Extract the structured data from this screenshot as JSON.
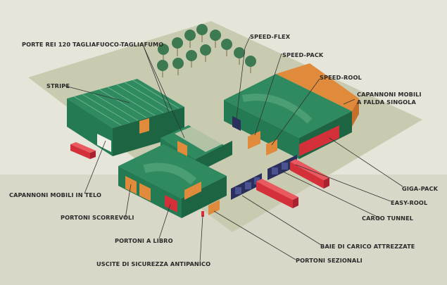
{
  "labels": {
    "porte_rei": "PORTE REI 120 TAGLIAFUOCO-TAGLIAFUMO",
    "speed_flex": "SPEED-FLEX",
    "speed_pack": "SPEED-PACK",
    "speed_rool": "SPEED-ROOL",
    "stripe": "STRIPE",
    "capannoni_falda_1": "CAPANNONI MOBILI",
    "capannoni_falda_2": "A FALDA SINGOLA",
    "capannoni_telo": "CAPANNONI MOBILI IN TELO",
    "giga_pack": "GIGA-PACK",
    "easy_rool": "EASY-ROOL",
    "portoni_scorrevoli": "PORTONI SCORREVOLI",
    "cargo_tunnel": "CARGO TUNNEL",
    "portoni_libro": "PORTONI A LIBRO",
    "baie_carico": "BAIE DI CARICO ATTREZZATE",
    "uscite_sicurezza": "USCITE DI SICUREZZA ANTIPANICO",
    "portoni_sezionali": "PORTONI SEZIONALI"
  },
  "colors": {
    "background": "#e6e5d9",
    "ground_band": "#d8d7c8",
    "lot": "#c9cbb1",
    "building_roof": "#2f8a5f",
    "building_wall": "#247a52",
    "building_wall_dark": "#1c6442",
    "accent_orange": "#e08a3c",
    "truck_red": "#d3303a",
    "dock_navy": "#2a2f5c",
    "tree": "#3d7a52"
  }
}
